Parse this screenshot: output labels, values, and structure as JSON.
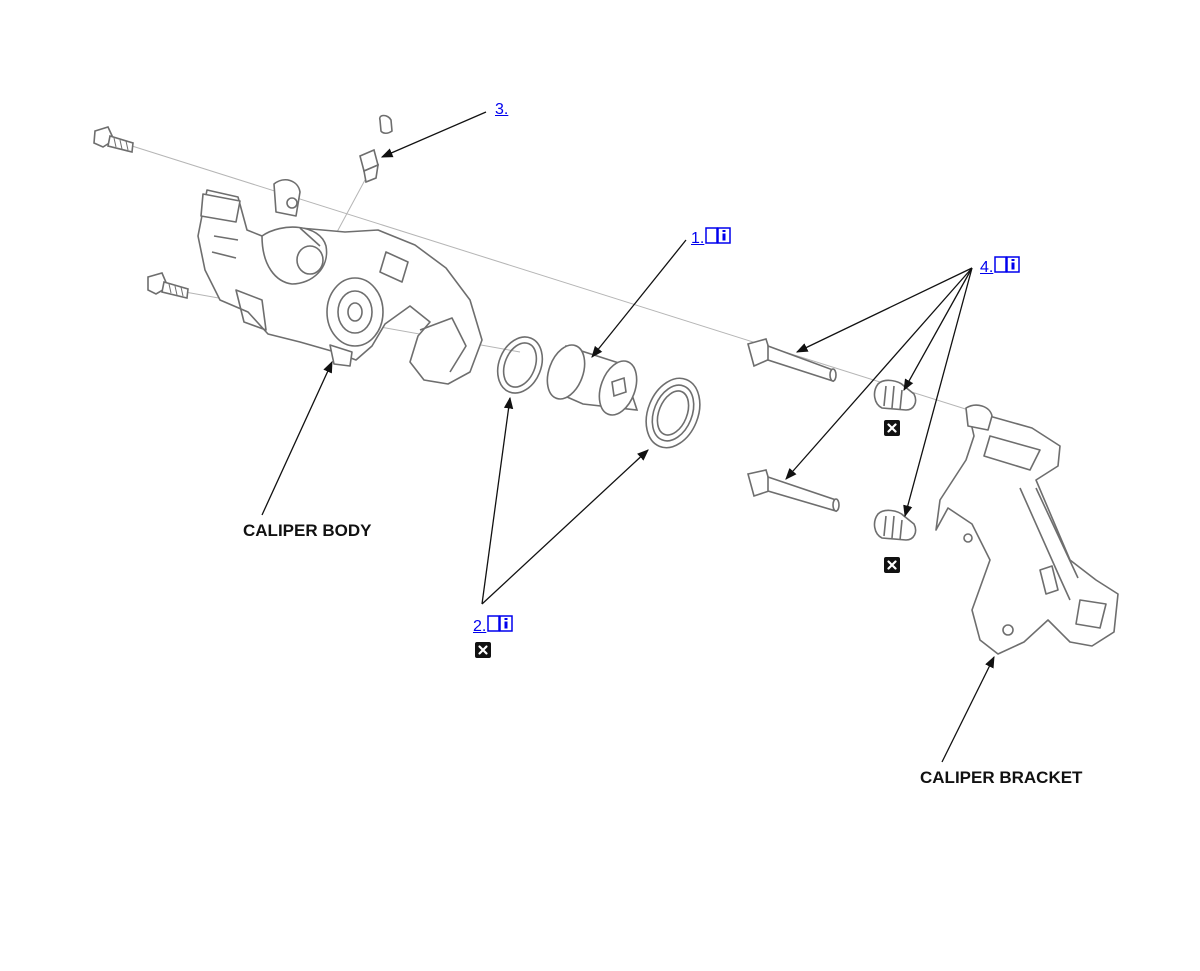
{
  "callouts": {
    "c1": "1.",
    "c2": "2.",
    "c3": "3.",
    "c4": "4."
  },
  "labels": {
    "caliper_body": "CALIPER BODY",
    "caliper_bracket": "CALIPER BRACKET"
  },
  "icons": {
    "info": "service-manual-book-icon",
    "replace": "do-not-reuse-icon"
  },
  "colors": {
    "link": "#0000ee",
    "line": "#111111",
    "part_outline": "#6e6e6e"
  }
}
